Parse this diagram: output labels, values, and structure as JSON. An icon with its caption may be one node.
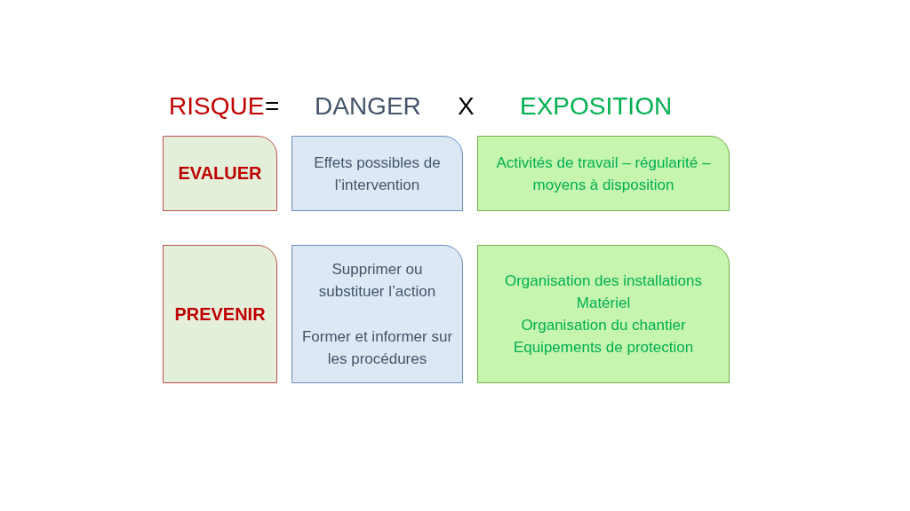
{
  "diagram": {
    "nodes": [
      {
        "text": [
          "EVALUER"
        ]
      },
      {
        "text": [
          "Effets possibles de l’intervention"
        ]
      },
      {
        "text": [
          "Activités de travail – régularité – moyens à disposition"
        ]
      },
      {
        "text": [
          "PREVENIR"
        ]
      },
      {
        "text": [
          "Supprimer ou substituer l’action",
          "Former et informer sur les procédures"
        ]
      },
      {
        "text": [
          "Organisation des installations",
          "Matériel",
          "Organisation du chantier",
          "Equipements de protection"
        ]
      }
    ],
    "edges": [],
    "labels": [
      "RISQUE",
      "=",
      "DANGER",
      "X",
      "EXPOSITION"
    ]
  }
}
